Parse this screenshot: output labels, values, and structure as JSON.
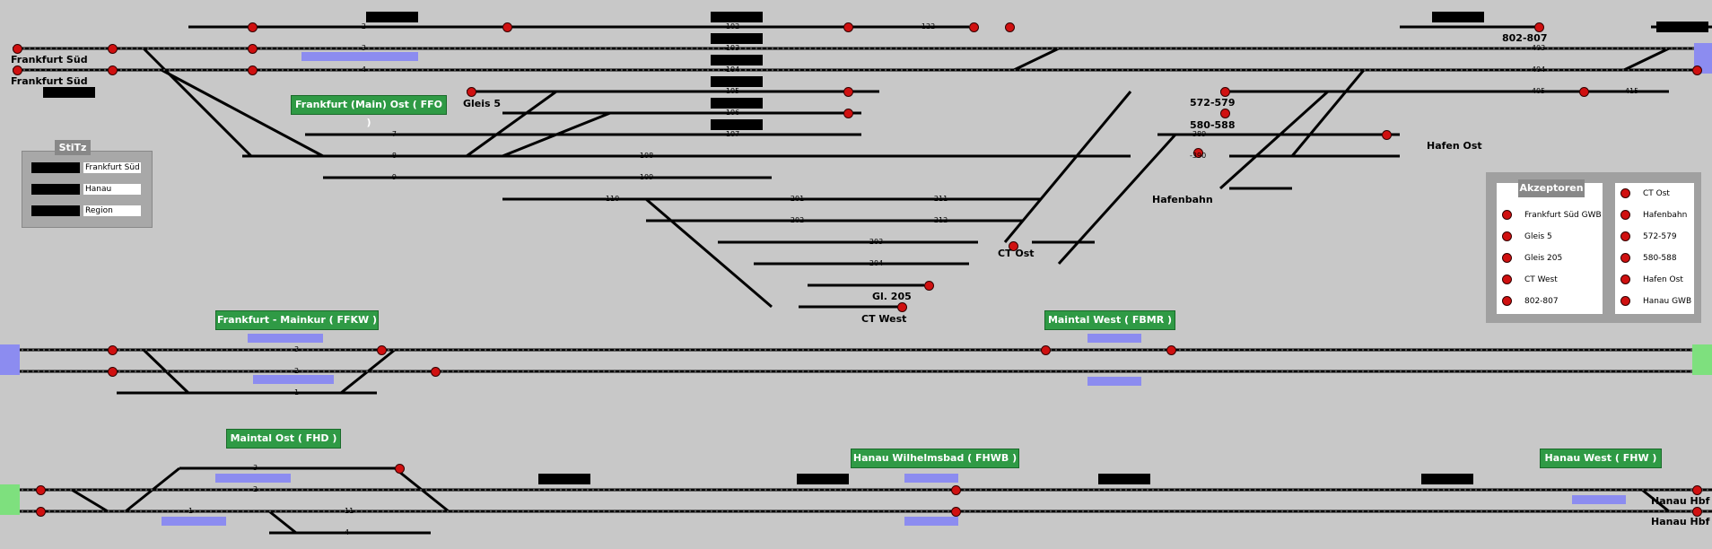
{
  "stitz": {
    "title": "StiTz",
    "rows": [
      "Frankfurt Süd",
      "Hanau",
      "Region"
    ]
  },
  "akzeptoren": {
    "title": "Akzeptoren",
    "left": [
      "Frankfurt Süd GWB",
      "Gleis 5",
      "Gleis 205",
      "CT West",
      "802-807"
    ],
    "right": [
      "CT Ost",
      "Hafenbahn",
      "572-579",
      "580-588",
      "Hafen Ost",
      "Hanau GWB"
    ]
  },
  "stations": {
    "ffo": "Frankfurt (Main) Ost ( FFO )",
    "ffkw": "Frankfurt - Mainkur ( FFKW )",
    "fbmr": "Maintal West ( FBMR )",
    "fhd": "Maintal Ost ( FHD )",
    "fhwb": "Hanau Wilhelmsbad ( FHWB )",
    "fhw": "Hanau West ( FHW )"
  },
  "labels": {
    "frankfurt_sued_1": "Frankfurt Süd",
    "frankfurt_sued_2": "Frankfurt Süd",
    "gleis5": "Gleis 5",
    "ct_ost": "CT Ost",
    "gl205": "Gl. 205",
    "ct_west": "CT West",
    "hafenbahn": "Hafenbahn",
    "r572": "572-579",
    "r580": "580-588",
    "r802": "802-807",
    "hafen_ost": "Hafen Ost",
    "hanau_hbf_1": "Hanau Hbf",
    "hanau_hbf_2": "Hanau Hbf"
  },
  "track_numbers": {
    "ffo": [
      "-2",
      "-3",
      "-4",
      "-7",
      "-8",
      "-9"
    ],
    "ffo_mid": [
      "-102",
      "-103",
      "-104",
      "-105",
      "-106",
      "-107",
      "-108",
      "-109",
      "-110",
      "-122"
    ],
    "ffo_right": [
      "-201",
      "-202",
      "-203",
      "-204",
      "-211",
      "-212"
    ],
    "hafen": [
      "-389",
      "-390",
      "-403",
      "-404",
      "-405",
      "-415"
    ],
    "ffkw": [
      "3",
      "2",
      "1"
    ],
    "fhd": [
      "3",
      "2",
      "1",
      "4",
      "11"
    ]
  },
  "colors": {
    "background": "#c8c8c8",
    "track": "#000000",
    "signal": "#d01010",
    "station": "#2f9a45",
    "occupied": "#8c8cf0"
  }
}
